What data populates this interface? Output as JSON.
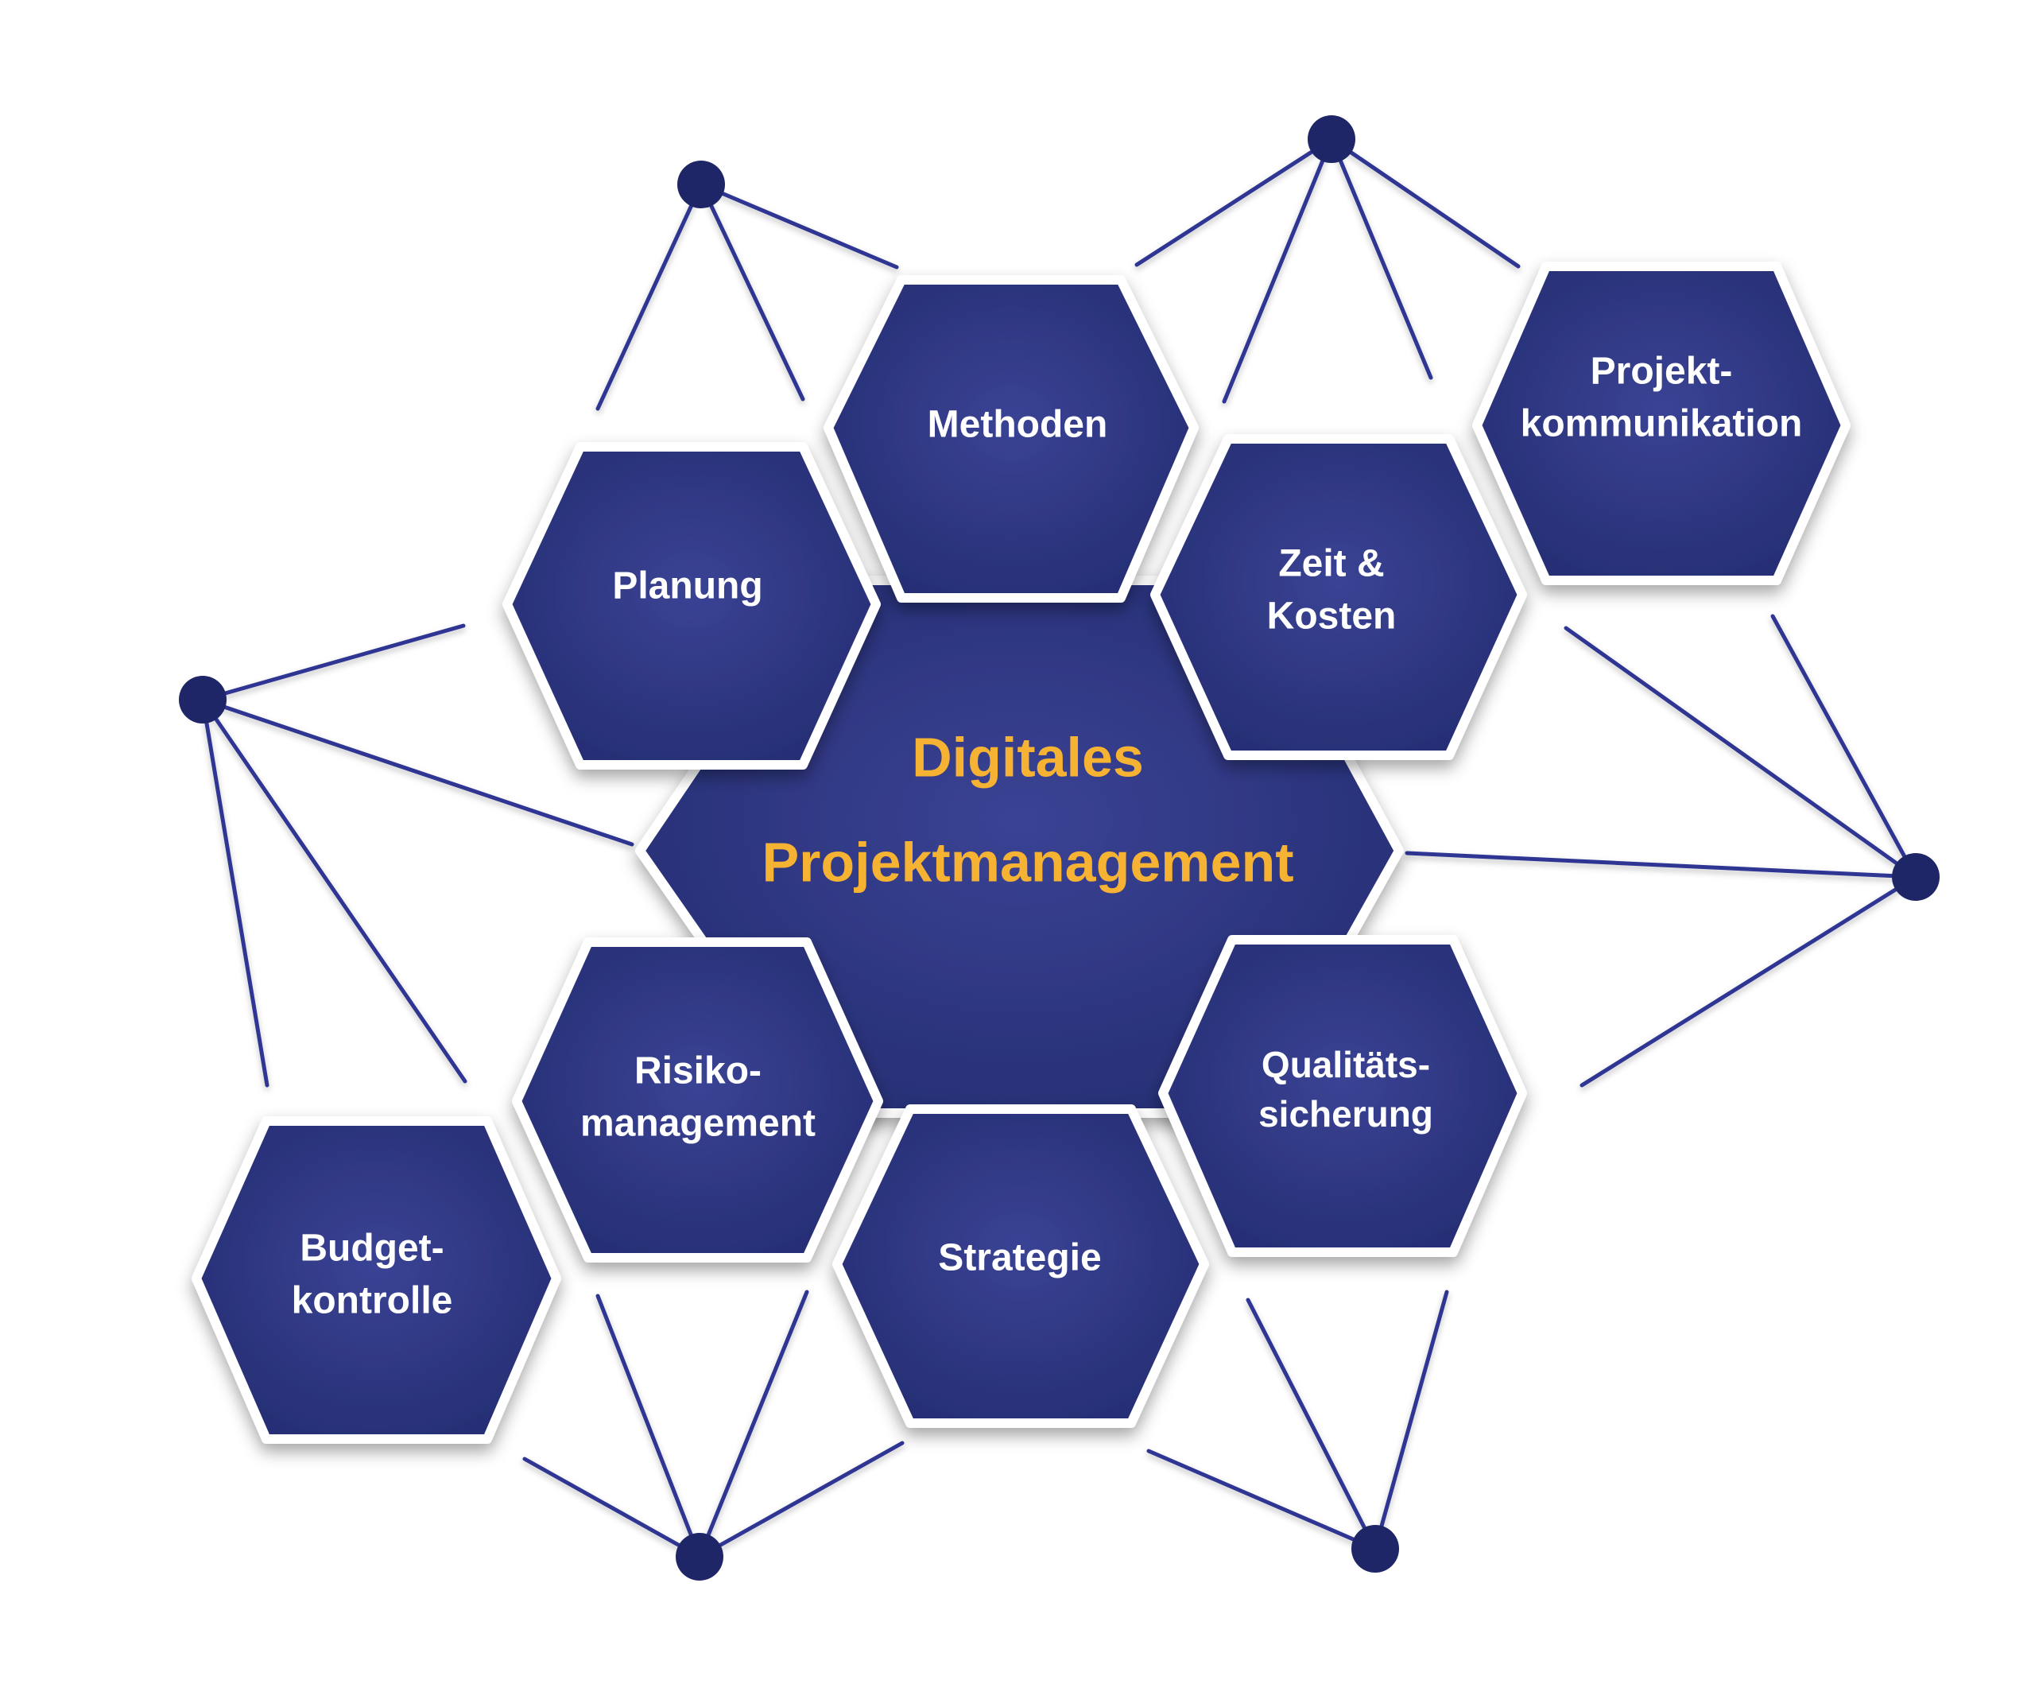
{
  "colors": {
    "hex_fill": "#2c3580",
    "hex_fill_light": "#3a4394",
    "hex_border": "#ffffff",
    "line": "#2e3592",
    "node": "#1e2667",
    "center_text": "#f6b233",
    "label_text": "#ffffff"
  },
  "center": {
    "line1": "Digitales",
    "line2": "Projektmanagement"
  },
  "hexagons": {
    "methoden": {
      "lines": [
        "Methoden"
      ]
    },
    "planung": {
      "lines": [
        "Planung"
      ]
    },
    "zeit": {
      "lines": [
        "Zeit &",
        "Kosten"
      ]
    },
    "kommunikation": {
      "lines": [
        "Projekt-",
        "kommunikation"
      ]
    },
    "risiko": {
      "lines": [
        "Risiko-",
        "management"
      ]
    },
    "qualitaet": {
      "lines": [
        "Qualitäts-",
        "sicherung"
      ]
    },
    "strategie": {
      "lines": [
        "Strategie"
      ]
    },
    "budget": {
      "lines": [
        "Budget-",
        "kontrolle"
      ]
    }
  }
}
